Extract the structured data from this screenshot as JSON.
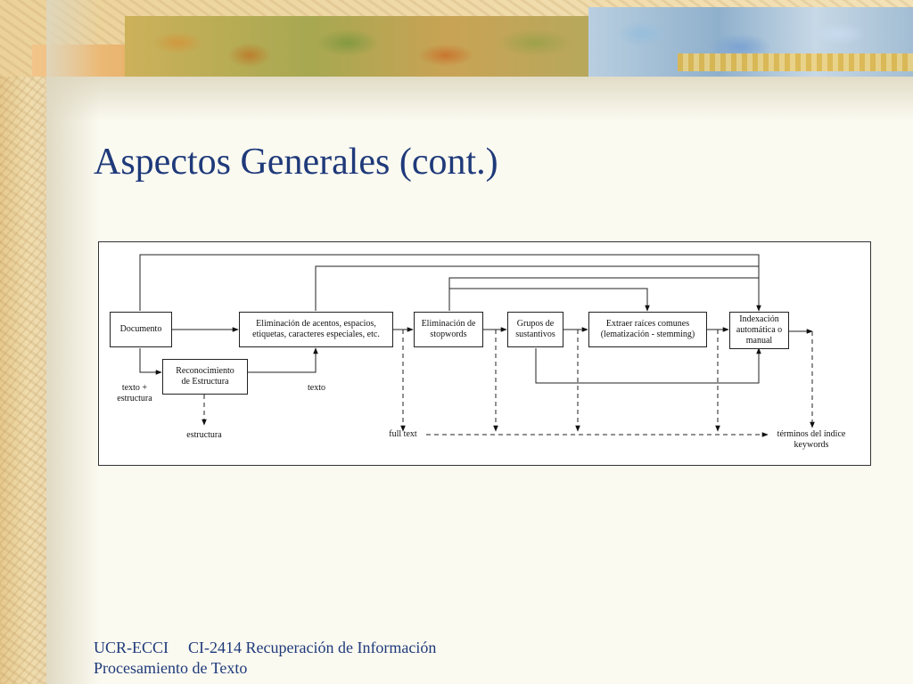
{
  "slide": {
    "title": "Aspectos Generales (cont.)",
    "footer": {
      "org": "UCR-ECCI",
      "course": "CI-2414 Recuperación de Información",
      "topic": "Procesamiento de Texto"
    }
  },
  "diagram": {
    "nodes": {
      "documento": "Documento",
      "eliminacion_acentos": "Eliminación de acentos, espacios,\netiquetas, caracteres especiales, etc.",
      "reconocimiento": "Reconocimiento\nde Estructura",
      "stopwords": "Eliminación de\nstopwords",
      "grupos": "Grupos de\nsustantivos",
      "raices": "Extraer raíces comunes\n(lematización - stemming)",
      "indexacion": "Indexación\nautomática o\nmanual"
    },
    "labels": {
      "texto_estructura": "texto +\nestructura",
      "texto": "texto",
      "estructura": "estructura",
      "full_text": "full text",
      "terminos": "términos del índice\nkeywords"
    }
  },
  "colors": {
    "title": "#1f3a7a",
    "footer": "#1f3a7a"
  }
}
